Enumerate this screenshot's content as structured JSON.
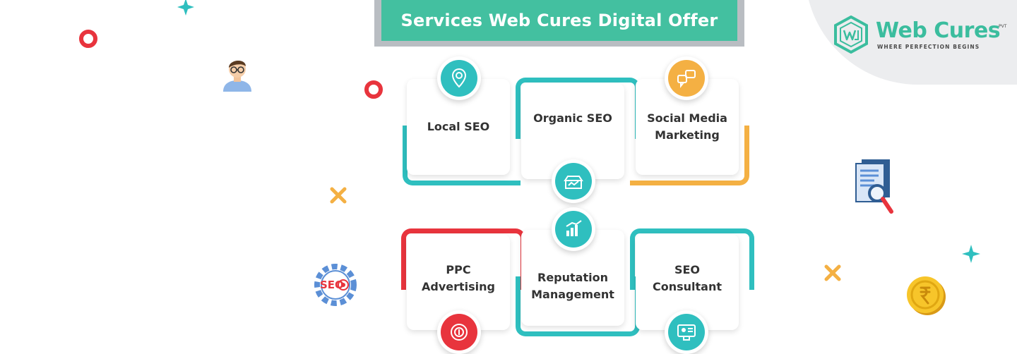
{
  "banner": {
    "title": "Services Web Cures Digital Offer"
  },
  "logo": {
    "name": "Web Cures",
    "tagline": "WHERE PERFECTION BEGINS",
    "registered": "PVT"
  },
  "colors": {
    "teal": "#2fbfbf",
    "orange": "#f4b043",
    "red": "#e8343d",
    "green": "#43c0a0",
    "text": "#333333"
  },
  "services": [
    {
      "label": "Local SEO",
      "icon": "location-pin-icon",
      "accent": "#2fbfbf"
    },
    {
      "label": "Organic SEO",
      "icon": "storefront-chart-icon",
      "accent": "#2fbfbf"
    },
    {
      "label": "Social Media Marketing",
      "icon": "social-chat-icon",
      "accent": "#f4b043"
    },
    {
      "label": "PPC Advertising",
      "icon": "dollar-target-icon",
      "accent": "#e8343d"
    },
    {
      "label": "Reputation Management",
      "icon": "bar-chart-icon",
      "accent": "#2fbfbf"
    },
    {
      "label": "SEO Consultant",
      "icon": "monitor-person-icon",
      "accent": "#2fbfbf"
    }
  ],
  "decor": {
    "seo_badge": "SEO"
  }
}
